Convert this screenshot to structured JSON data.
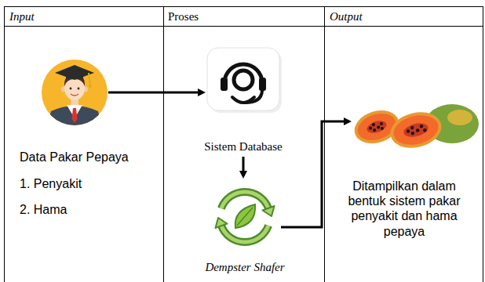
{
  "diagram": {
    "nodes": [
      {
        "text": [
          "Data Pakar Pepaya",
          "1. Penyakit",
          "2. Hama"
        ]
      },
      {
        "text": [
          "Sistem Database"
        ]
      },
      {
        "text": [
          "Dempster Shafer"
        ]
      },
      {
        "text": [
          "Ditampilkan dalam bentuk sistem pakar penyakit dan hama pepaya"
        ]
      }
    ],
    "edges": [
      {
        "from": 0,
        "to": 1,
        "arrow": "to"
      },
      {
        "from": 1,
        "to": 2,
        "arrow": "to"
      },
      {
        "from": 2,
        "to": 3,
        "arrow": "to"
      }
    ],
    "labels": [
      "Input",
      "Proses",
      "Output"
    ]
  }
}
